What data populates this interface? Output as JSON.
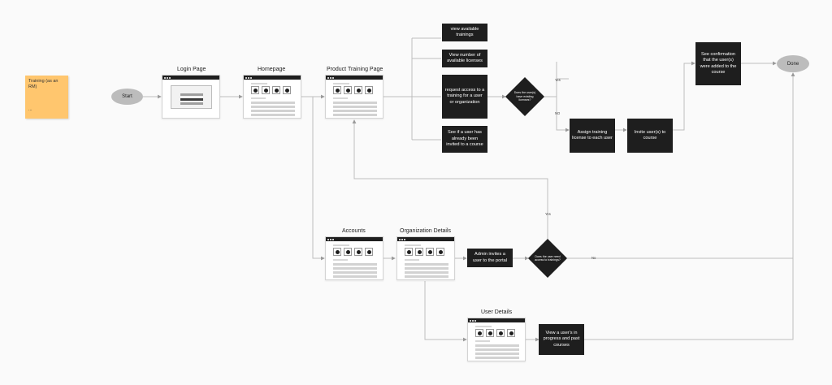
{
  "sticky_note": {
    "text": "Training (as an RM)",
    "ellipsis": "..."
  },
  "terminals": {
    "start": "Start",
    "done": "Done"
  },
  "pages": {
    "login": "Login Page",
    "homepage": "Homepage",
    "product_training": "Product Training Page",
    "accounts": "Accounts",
    "org_details": "Organization Details",
    "user_details": "User Details"
  },
  "actions": {
    "view_trainings": "view available trainings",
    "view_licenses": "View number of available licenses",
    "request_access": "request access to a training for a user or organization",
    "see_invited": "See if a user has already been invited to a course",
    "assign_license": "Assign training license to each user",
    "invite_users": "Invite user(s) to course",
    "confirmation": "See confirmation that the user(s) were added to the course",
    "admin_invites": "Admin invites a user to the portal",
    "view_user_courses": "View a user's in progress and past courses"
  },
  "decisions": {
    "licenses": "Does the user(s) have existing licenses?",
    "access": "Does the user need access to trainings?"
  },
  "edge_labels": {
    "yes": "Yes",
    "no": "NO",
    "yes2": "Yes",
    "no2": "No"
  },
  "colors": {
    "box": "#1e1e1e",
    "sticky": "#ffc66e",
    "pill": "#bcbcbc",
    "connector": "#bdbdbd"
  }
}
